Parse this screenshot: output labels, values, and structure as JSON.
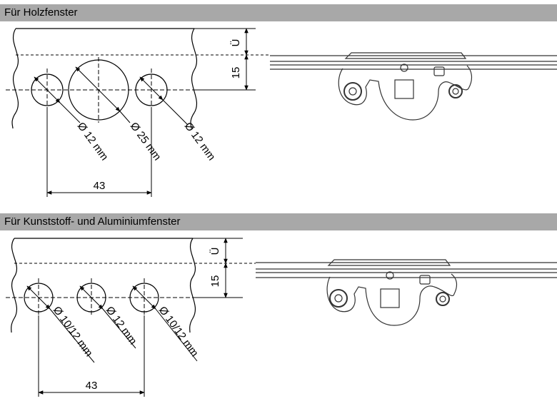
{
  "sections": [
    {
      "header": "Für Holzfenster",
      "overhang_label": "Ü",
      "offset_label": "15",
      "hole_labels": [
        "Ø 12 mm",
        "Ø 25 mm",
        "Ø 12 mm"
      ],
      "spacing_label": "43"
    },
    {
      "header": "Für Kunststoff- und Aluminiumfenster",
      "overhang_label": "Ü",
      "offset_label": "15",
      "hole_labels": [
        "Ø 10/12 mm",
        "Ø 12 mm",
        "Ø 10/12 mm"
      ],
      "spacing_label": "43"
    }
  ],
  "colors": {
    "header_bg": "#a8a8a8",
    "line": "#000000",
    "fitting": "#333333"
  }
}
